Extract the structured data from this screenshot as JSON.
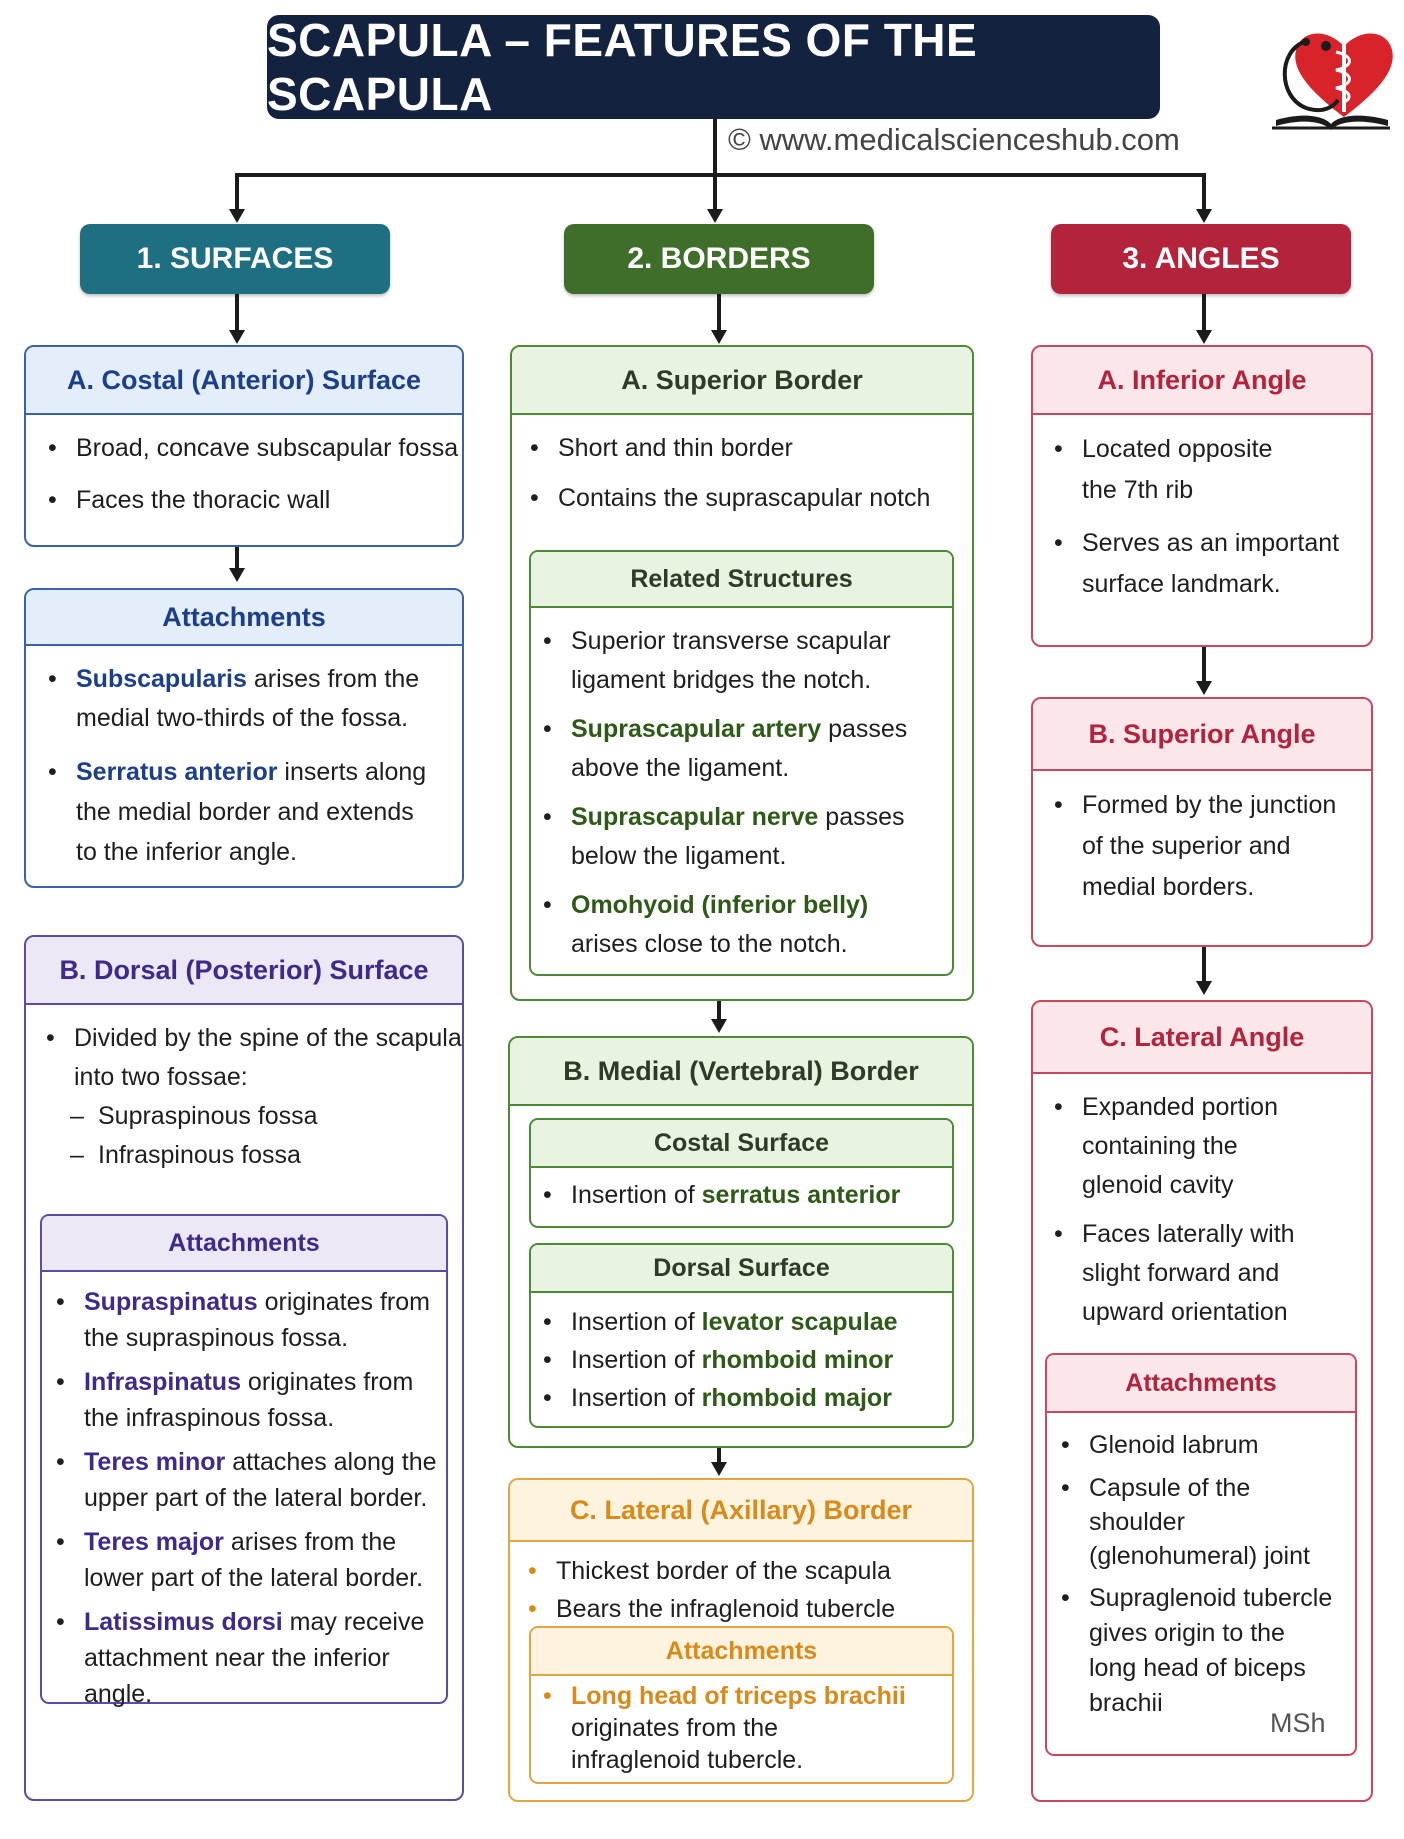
{
  "title": "SCAPULA – FEATURES OF THE SCAPULA",
  "credit": "© www.medicalscienceshub.com",
  "watermark": "MSh",
  "colors": {
    "navy": "#13233f",
    "teal": "#1f6f82",
    "green": "#3f6d2a",
    "red": "#b3233c",
    "blue_text": "#1c3f8c",
    "purple_text": "#3d2a8a",
    "green_text": "#2e5a17",
    "orange_text": "#d88a1b"
  },
  "surfaces": {
    "label": "1. SURFACES",
    "costal": {
      "heading": "A. Costal (Anterior) Surface",
      "points": [
        "Broad, concave subscapular fossa",
        "Faces the thoracic wall"
      ]
    },
    "costal_attachments": {
      "heading": "Attachments",
      "items": [
        {
          "muscle": "Subscapularis",
          "text": " arises from the",
          "text2": "medial two-thirds of the fossa."
        },
        {
          "muscle": "Serratus anterior",
          "text": " inserts along",
          "text2": "the medial border and extends",
          "text3": "to the inferior angle."
        }
      ]
    },
    "dorsal": {
      "heading": "B. Dorsal (Posterior) Surface",
      "intro1": "Divided by the spine of the scapula",
      "intro2": "into two fossae:",
      "fossae": [
        "Supraspinous fossa",
        "Infraspinous fossa"
      ]
    },
    "dorsal_attachments": {
      "heading": "Attachments",
      "items": [
        {
          "muscle": "Supraspinatus",
          "text": " originates from",
          "text2": "the supraspinous fossa."
        },
        {
          "muscle": "Infraspinatus",
          "text": " originates from",
          "text2": "the infraspinous fossa."
        },
        {
          "muscle": "Teres minor",
          "text": " attaches along the",
          "text2": "upper part of the lateral border."
        },
        {
          "muscle": "Teres major",
          "text": " arises from the",
          "text2": "lower part of the lateral border."
        },
        {
          "muscle": "Latissimus dorsi",
          "text": " may receive",
          "text2": "attachment near the inferior angle."
        }
      ]
    }
  },
  "borders": {
    "label": "2. BORDERS",
    "superior": {
      "heading": "A. Superior Border",
      "points": [
        "Short and thin border",
        "Contains the suprascapular notch"
      ]
    },
    "related": {
      "heading": "Related Structures",
      "items": [
        {
          "pre": "Superior transverse scapular",
          "line2": "ligament bridges the notch."
        },
        {
          "muscle": "Suprascapular artery",
          "text": " passes",
          "line2": "above the ligament."
        },
        {
          "muscle": "Suprascapular nerve",
          "text": " passes",
          "line2": "below the ligament."
        },
        {
          "muscle": "Omohyoid (inferior belly)",
          "text": "",
          "line2": "arises close to the notch."
        }
      ]
    },
    "medial": {
      "heading": "B. Medial (Vertebral) Border",
      "costal_heading": "Costal Surface",
      "costal_items": [
        {
          "pre": "Insertion of ",
          "muscle": "serratus anterior"
        }
      ],
      "dorsal_heading": "Dorsal Surface",
      "dorsal_items": [
        {
          "pre": "Insertion of ",
          "muscle": "levator scapulae"
        },
        {
          "pre": "Insertion of ",
          "muscle": "rhomboid minor"
        },
        {
          "pre": "Insertion of ",
          "muscle": "rhomboid major"
        }
      ]
    },
    "lateral": {
      "heading": "C. Lateral (Axillary) Border",
      "points": [
        "Thickest border of the scapula",
        "Bears the infraglenoid tubercle"
      ],
      "att_heading": "Attachments",
      "att_muscle": "Long head of triceps brachii",
      "att_line2": "originates from the",
      "att_line3": "infraglenoid tubercle."
    }
  },
  "angles": {
    "label": "3. ANGLES",
    "inferior": {
      "heading": "A. Inferior Angle",
      "p1a": "Located opposite",
      "p1b": "the 7th rib",
      "p2a": "Serves as an important",
      "p2b": "surface landmark."
    },
    "superior": {
      "heading": "B. Superior Angle",
      "p1a": "Formed by the junction",
      "p1b": "of the superior and",
      "p1c": "medial borders."
    },
    "lateral": {
      "heading": "C. Lateral Angle",
      "p1a": "Expanded portion",
      "p1b": "containing the",
      "p1c": "glenoid cavity",
      "p2a": "Faces laterally with",
      "p2b": "slight forward and",
      "p2c": "upward orientation",
      "att_heading": "Attachments",
      "a1": "Glenoid labrum",
      "a2a": "Capsule of the",
      "a2b": "shoulder",
      "a2c": "(glenohumeral) joint",
      "a3a": "Supraglenoid tubercle",
      "a3b": "gives origin to the",
      "a3c": "long head of biceps",
      "a3d": "brachii"
    }
  }
}
